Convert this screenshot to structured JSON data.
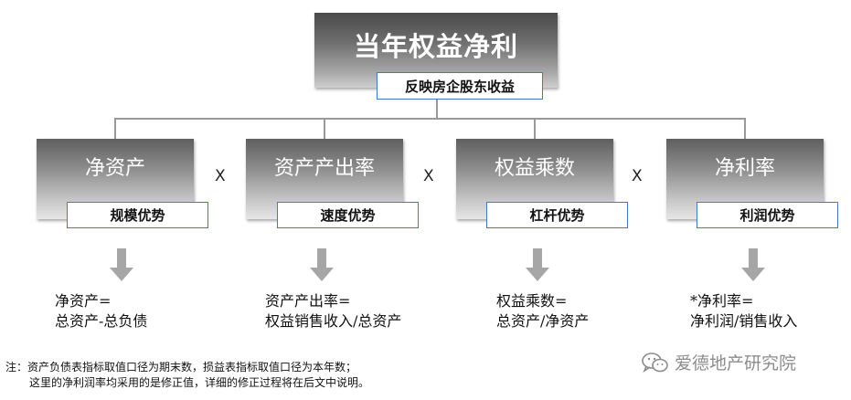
{
  "top": {
    "title": "当年权益净利",
    "tag": "反映房企股东收益"
  },
  "categories": [
    {
      "title": "净资产",
      "tag": "规模优势",
      "formula_line1": "净资产=",
      "formula_line2": "总资产-总负债"
    },
    {
      "title": "资产产出率",
      "tag": "速度优势",
      "formula_line1": "资产产出率=",
      "formula_line2": "权益销售收入/总资产"
    },
    {
      "title": "权益乘数",
      "tag": "杠杆优势",
      "formula_line1": "权益乘数=",
      "formula_line2": "总资产/净资产"
    },
    {
      "title": "净利率",
      "tag": "利润优势",
      "formula_line1": "*净利率=",
      "formula_line2": "净利润/销售收入"
    }
  ],
  "operator": "X",
  "note": {
    "line1": "注：资产负债表指标取值口径为期末数，损益表指标取值口径为本年数；",
    "line2": "这里的净利润率均采用的是修正值，详细的修正过程将在后文中说明。"
  },
  "watermark": {
    "icon": "wechat-icon",
    "text": "爱德地产研究院"
  },
  "colors": {
    "tag_border": "#3f7bc6",
    "arrow": "#a6a6a6",
    "connector": "#999999"
  }
}
